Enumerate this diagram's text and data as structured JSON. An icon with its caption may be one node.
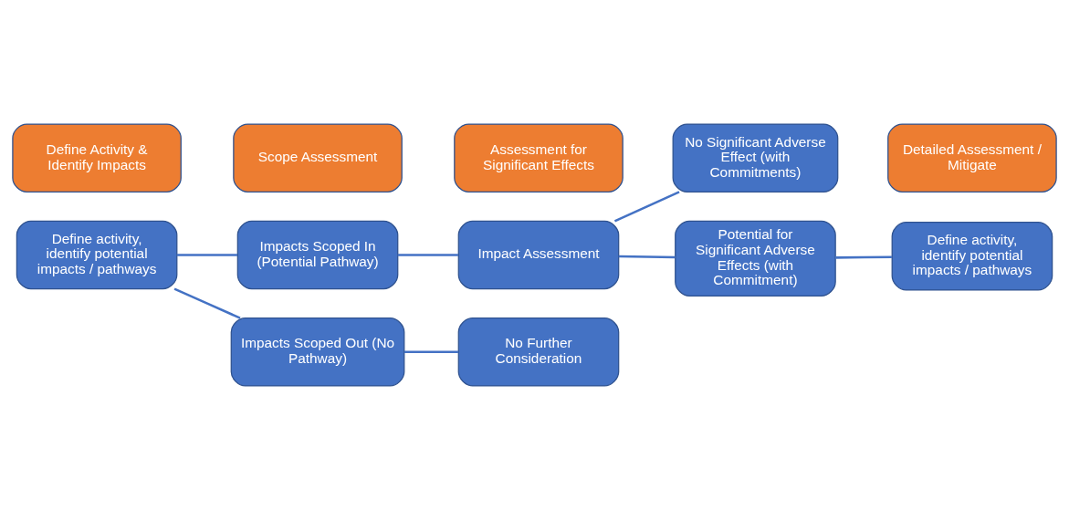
{
  "diagram": {
    "nodes": [
      {
        "text": [
          "Define Activity & Identify Impacts"
        ]
      },
      {
        "text": [
          "Scope Assessment"
        ]
      },
      {
        "text": [
          "Assessment for Significant Effects"
        ]
      },
      {
        "text": [
          "Detailed Assessment / Mitigate"
        ]
      },
      {
        "text": [
          "Define activity, identify potential impacts / pathways"
        ]
      },
      {
        "text": [
          "Impacts Scoped In (Potential Pathway)"
        ]
      },
      {
        "text": [
          "Impacts Scoped Out (No Pathway)"
        ]
      },
      {
        "text": [
          "Impact Assessment"
        ]
      },
      {
        "text": [
          "No Further Consideration"
        ]
      },
      {
        "text": [
          "No Significant Adverse Effect (with Commitments)"
        ]
      },
      {
        "text": [
          "Potential for Significant Adverse Effects (with Commitment)"
        ]
      },
      {
        "text": [
          "Define activity, identify potential impacts / pathways"
        ]
      }
    ],
    "edges": [
      {
        "from": 4,
        "to": 5,
        "arrow": "none"
      },
      {
        "from": 4,
        "to": 6,
        "arrow": "none"
      },
      {
        "from": 5,
        "to": 7,
        "arrow": "none"
      },
      {
        "from": 6,
        "to": 8,
        "arrow": "none"
      },
      {
        "from": 7,
        "to": 9,
        "arrow": "none"
      },
      {
        "from": 7,
        "to": 10,
        "arrow": "none"
      },
      {
        "from": 10,
        "to": 11,
        "arrow": "none"
      }
    ]
  }
}
